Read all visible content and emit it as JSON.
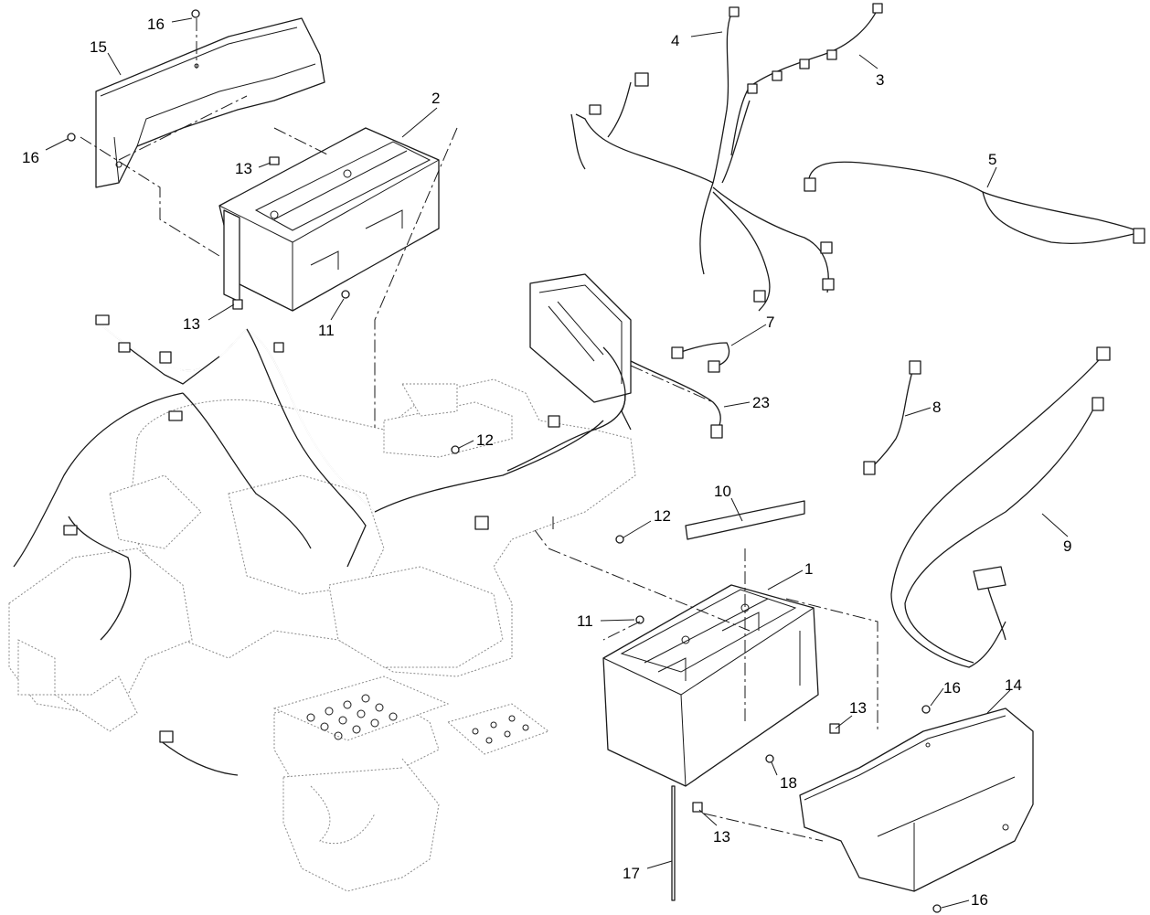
{
  "diagram": {
    "callouts": [
      {
        "id": "c16a",
        "label": "16"
      },
      {
        "id": "c15",
        "label": "15"
      },
      {
        "id": "c2",
        "label": "2"
      },
      {
        "id": "c16b",
        "label": "16"
      },
      {
        "id": "c13a",
        "label": "13"
      },
      {
        "id": "c13b",
        "label": "13"
      },
      {
        "id": "c11a",
        "label": "11"
      },
      {
        "id": "c4",
        "label": "4"
      },
      {
        "id": "c3",
        "label": "3"
      },
      {
        "id": "c5",
        "label": "5"
      },
      {
        "id": "c7",
        "label": "7"
      },
      {
        "id": "c23",
        "label": "23"
      },
      {
        "id": "c8",
        "label": "8"
      },
      {
        "id": "c12a",
        "label": "12"
      },
      {
        "id": "c12b",
        "label": "12"
      },
      {
        "id": "c10",
        "label": "10"
      },
      {
        "id": "c9",
        "label": "9"
      },
      {
        "id": "c1",
        "label": "1"
      },
      {
        "id": "c11b",
        "label": "11"
      },
      {
        "id": "c14",
        "label": "14"
      },
      {
        "id": "c16c",
        "label": "16"
      },
      {
        "id": "c13c",
        "label": "13"
      },
      {
        "id": "c18",
        "label": "18"
      },
      {
        "id": "c13d",
        "label": "13"
      },
      {
        "id": "c17",
        "label": "17"
      },
      {
        "id": "c16d",
        "label": "16"
      }
    ]
  }
}
